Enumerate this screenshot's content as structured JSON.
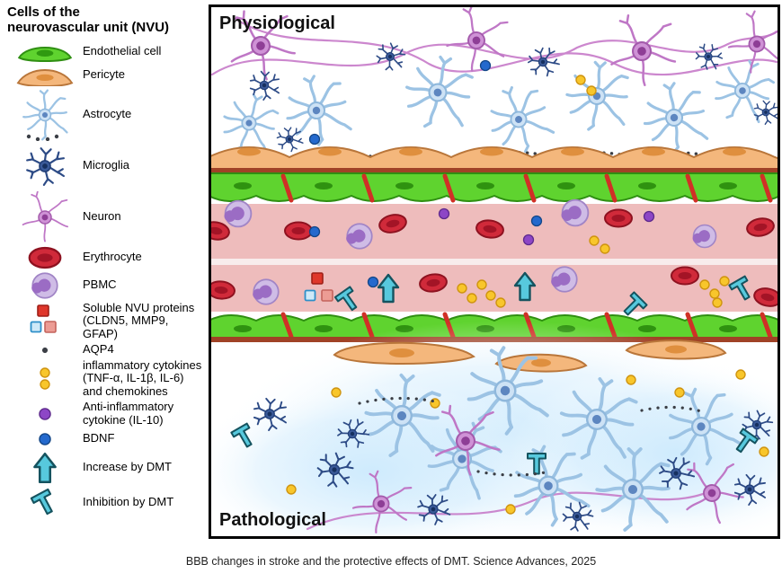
{
  "legend": {
    "title_line1": "Cells of the",
    "title_line2": "neurovascular unit (NVU)",
    "items": [
      {
        "icon": "endothelial-cell-icon",
        "label": "Endothelial cell"
      },
      {
        "icon": "pericyte-icon",
        "label": "Pericyte"
      },
      {
        "icon": "astrocyte-icon",
        "label": "Astrocyte"
      },
      {
        "icon": "microglia-icon",
        "label": "Microglia"
      },
      {
        "icon": "neuron-icon",
        "label": "Neuron"
      },
      {
        "icon": "erythrocyte-icon",
        "label": "Erythrocyte"
      },
      {
        "icon": "pbmc-icon",
        "label": "PBMC"
      },
      {
        "icon": "soluble-nvu-proteins-icon",
        "label": "Soluble NVU proteins (CLDN5, MMP9, GFAP)"
      },
      {
        "icon": "aqp4-icon",
        "label": "AQP4"
      },
      {
        "icon": "inflammatory-cytokines-icon",
        "label": "inflammatory cytokines (TNF-α, IL-1β, IL-6) and chemokines"
      },
      {
        "icon": "anti-inflammatory-cytokine-icon",
        "label": "Anti-inflammatory cytokine (IL-10)"
      },
      {
        "icon": "bdnf-icon",
        "label": "BDNF"
      },
      {
        "icon": "increase-by-dmt-icon",
        "label": "Increase by DMT"
      },
      {
        "icon": "inhibition-by-dmt-icon",
        "label": "Inhibition by DMT"
      }
    ]
  },
  "main": {
    "physiological_label": "Physiological",
    "pathological_label": "Pathological"
  },
  "caption": "BBB changes in stroke and the protective effects of DMT. Science Advances, 2025",
  "palette": {
    "endothelial_green": "#5fd32f",
    "endothelial_nucleus_green": "#2f9210",
    "pericyte_orange": "#f4b77c",
    "pericyte_nucleus_orange": "#df8f3e",
    "astrocyte_blue": "#cde2f5",
    "microglia_navy": "#3a5a99",
    "neuron_magenta": "#cf92d6",
    "erythrocyte_red": "#d02a3a",
    "pbmc_lavender": "#cfbce6",
    "vessel_lumen_pink": "#eebcbc",
    "basement_membrane_red": "#a04226",
    "tight_junction_red": "#d03026",
    "cytokine_yellow": "#f8c62b",
    "anti_inflammatory_purple": "#8d46c6",
    "bdnf_blue": "#2469cd",
    "dmt_cyan": "#57c9dd"
  }
}
